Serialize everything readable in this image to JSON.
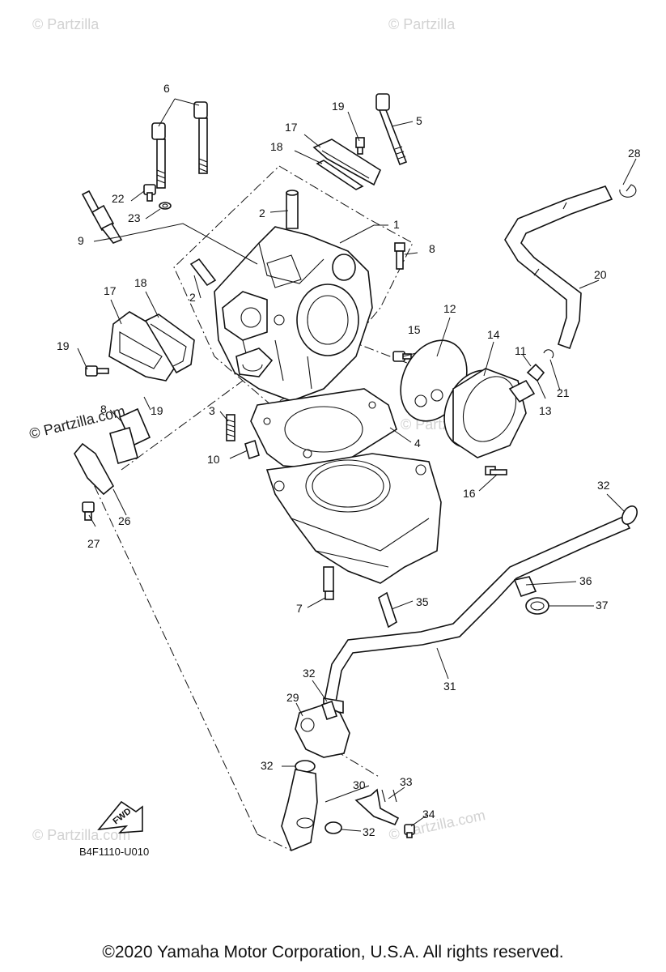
{
  "watermarks": {
    "top_left": "© Partzilla",
    "top_right": "© Partzilla",
    "left": "© Partzilla.com",
    "bottom_left": "© Partzilla.com",
    "bottom_right": "© Partzilla.com",
    "center": "© Partzilla.com"
  },
  "diagram_code": "B4F1110-U010",
  "fwd_label": "FWD",
  "copyright": "©2020 Yamaha Motor Corporation, U.S.A. All rights reserved.",
  "callouts": {
    "c1": "1",
    "c2a": "2",
    "c2b": "2",
    "c3": "3",
    "c4": "4",
    "c5": "5",
    "c6": "6",
    "c7": "7",
    "c8a": "8",
    "c8b": "8",
    "c9": "9",
    "c10": "10",
    "c11": "11",
    "c12": "12",
    "c13": "13",
    "c14": "14",
    "c15": "15",
    "c16": "16",
    "c17a": "17",
    "c17b": "17",
    "c18a": "18",
    "c18b": "18",
    "c19a": "19",
    "c19b": "19",
    "c19c": "19",
    "c20": "20",
    "c21": "21",
    "c22": "22",
    "c23": "23",
    "c26": "26",
    "c27": "27",
    "c28": "28",
    "c29": "29",
    "c30": "30",
    "c31": "31",
    "c32a": "32",
    "c32b": "32",
    "c32c": "32",
    "c32d": "32",
    "c33": "33",
    "c34": "34",
    "c35": "35",
    "c36": "36",
    "c37": "37"
  }
}
